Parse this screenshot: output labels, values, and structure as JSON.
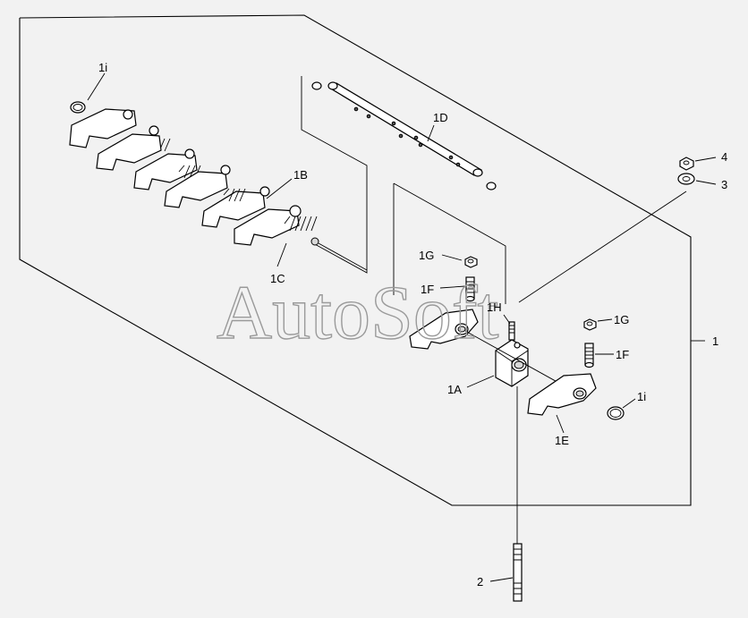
{
  "watermark": "AutoSoft",
  "callouts": {
    "c1": "1",
    "c1A": "1A",
    "c1B": "1B",
    "c1C": "1C",
    "c1D": "1D",
    "c1E": "1E",
    "c1F_top": "1F",
    "c1F_right": "1F",
    "c1G_top": "1G",
    "c1G_right": "1G",
    "c1H": "1H",
    "c1i_top": "1i",
    "c1i_right": "1i",
    "c2": "2",
    "c3": "3",
    "c4": "4"
  }
}
